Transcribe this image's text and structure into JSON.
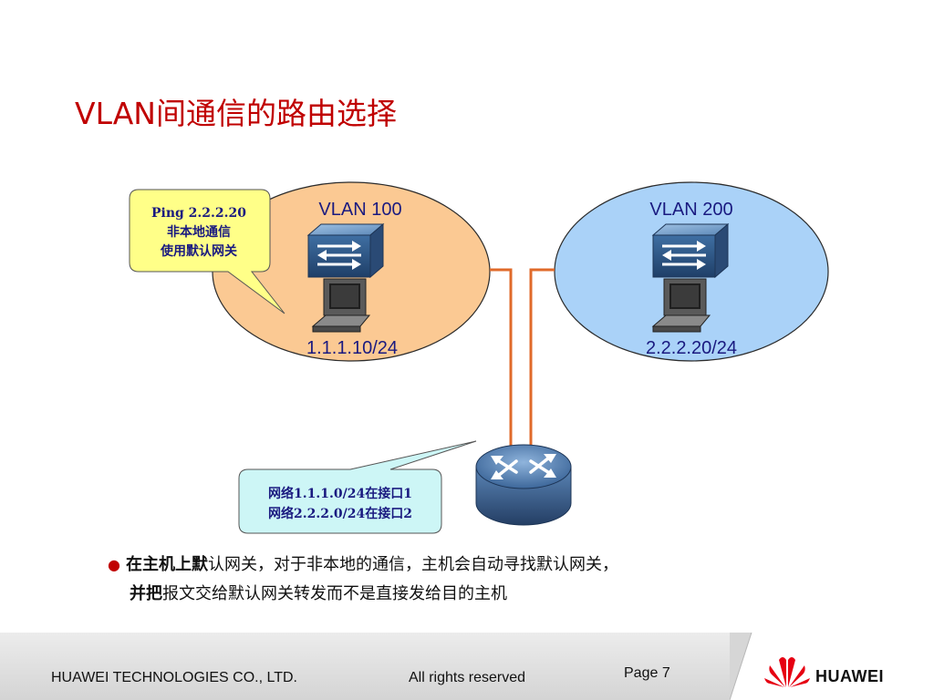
{
  "slide": {
    "title": "VLAN间通信的路由选择"
  },
  "diagram": {
    "vlan1": {
      "label": "VLAN 100",
      "ip": "1.1.1.10/24"
    },
    "vlan2": {
      "label": "VLAN 200",
      "ip": "2.2.2.20/24"
    },
    "callout_host": {
      "line1": "Ping 2.2.2.20",
      "line2": "非本地通信",
      "line3": "使用默认网关"
    },
    "callout_router": {
      "line1": "网络1.1.1.0/24在接口1",
      "line2": "网络2.2.2.0/24在接口2"
    },
    "colors": {
      "vlan1_fill": "#fbc993",
      "vlan2_fill": "#aad2f8",
      "link": "#e06a2a",
      "host_callout": "#ffff88",
      "router_callout": "#cdf6f6",
      "text_blue": "#1a1a80"
    },
    "icons": [
      "switch-icon",
      "computer-icon",
      "router-icon"
    ]
  },
  "bullet": {
    "line1_bold": "在主机上默",
    "line1_rest": "认网关，对于非本地的通信，主机会自动寻找默认网关，",
    "line2_bold": "并把",
    "line2_rest": "报文交给默认网关转发而不是直接发给目的主机"
  },
  "footer": {
    "company": "HUAWEI TECHNOLOGIES CO., LTD.",
    "rights": "All rights reserved",
    "page": "Page 7",
    "logo_text": "HUAWEI"
  }
}
